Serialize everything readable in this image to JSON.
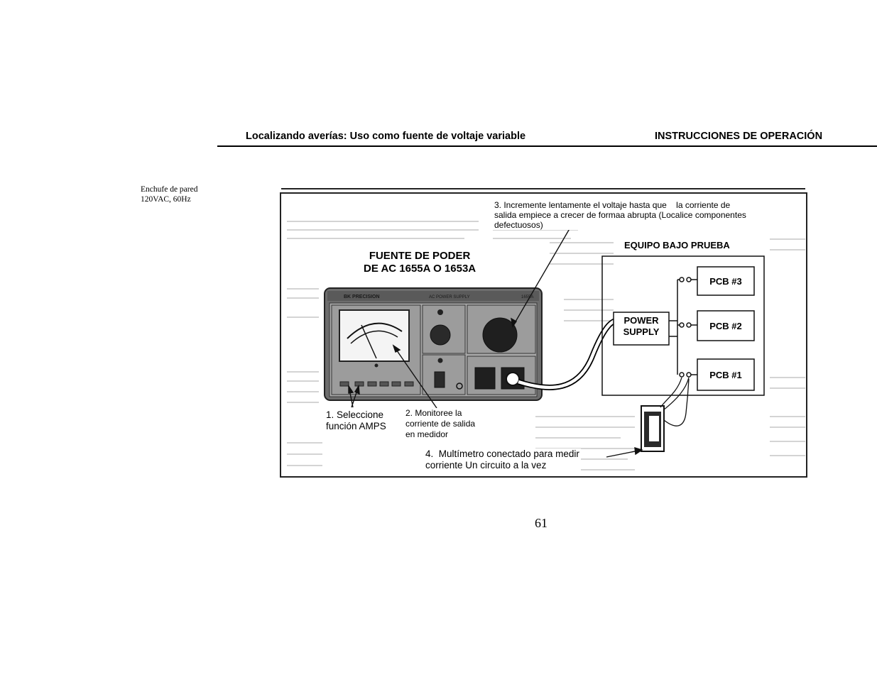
{
  "header": {
    "left_title": "Localizando averías: Uso como fuente de voltaje variable",
    "right_title": "INSTRUCCIONES DE OPERACIÓN"
  },
  "side_note": {
    "line1": "Enchufe de pared",
    "line2": "120VAC, 60Hz"
  },
  "figure": {
    "step3_line1": "3. Incremente lentamente el voltaje hasta que    la corriente de",
    "step3_line2": "salida empiece a crecer de formaa abrupta (Localice componentes",
    "step3_line3": "defectuosos)",
    "equipment_title": "EQUIPO BAJO PRUEBA",
    "supply_title_line1": "FUENTE DE PODER",
    "supply_title_line2": "DE AC 1655A O 1653A",
    "step1_line1": "1. Seleccione",
    "step1_line2": "función AMPS",
    "step2_line1": "2. Monitoree la",
    "step2_line2": "corriente de salida",
    "step2_line3": "en medidor",
    "step4_line1": "4.  Multímetro conectado para medir",
    "step4_line2": "corriente Un circuito a la vez",
    "power_supply_line1": "POWER",
    "power_supply_line2": "SUPPLY",
    "pcb3": "PCB #3",
    "pcb2": "PCB #2",
    "pcb1": "PCB #1",
    "device_brand": "BK PRECISION",
    "device_model_label": "AC POWER SUPPLY",
    "device_model_number": "1655A"
  },
  "page_number": "61"
}
